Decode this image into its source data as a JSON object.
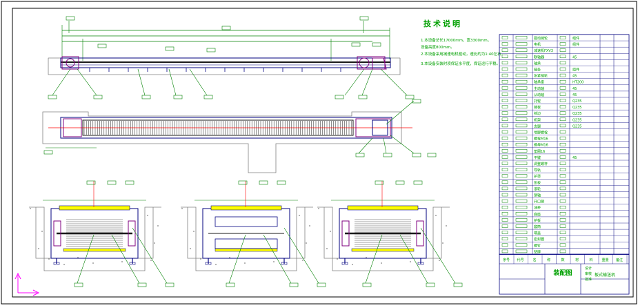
{
  "colors": {
    "background": "#ffffff",
    "frame": "#000000",
    "outline": "#00007f",
    "dimension": "#008000",
    "centerline": "#ff0000",
    "belt": "#1a1a1a",
    "highlight": "#ffff00",
    "motor": "#7f007f",
    "coordinate_axis": "#ff00ff",
    "concrete": "#808080",
    "title_text": "#00a000"
  },
  "notes": {
    "heading": "技术说明",
    "lines": [
      "1.本设备总长17000mm，宽3300mm，",
      "  设备高度800mm。",
      "2.本设备采用减速电机驱动，速比约为1:40左右。",
      "3.本设备安装时须保证水平度，保证运行平稳。"
    ]
  },
  "title_block": {
    "drawing_name": "装配图",
    "product_name": "板式输送机",
    "footer_cells": [
      "序号",
      "代号",
      "名",
      "称",
      "数",
      "材",
      "料",
      "重量",
      "备注"
    ],
    "approval_cells": [
      "设计",
      "审核",
      "批准"
    ],
    "part_names": [
      "驱动链轮",
      "电机",
      "减速机FXV3",
      "联轴器",
      "轴承",
      "链条",
      "张紧链轮",
      "轴承座",
      "主动轴",
      "从动轴",
      "托辊",
      "链板",
      "挡边",
      "机架",
      "支腿",
      "地脚螺栓",
      "螺栓M16",
      "螺母M16",
      "垫圈16",
      "平键",
      "调整螺杆",
      "导轨",
      "护罩",
      "压板",
      "滚轮",
      "销轴",
      "开口销",
      "油杯",
      "底座",
      "护板",
      "套筒",
      "端盖",
      "密封圈",
      "螺钉",
      "铭牌"
    ],
    "part_materials": [
      "组件",
      "组件",
      "",
      "45",
      "",
      "组件",
      "45",
      "HT200",
      "45",
      "45",
      "Q235",
      "Q235",
      "Q235",
      "Q235",
      "Q235",
      "",
      "",
      "",
      "",
      "45",
      "",
      "",
      "",
      "",
      "",
      "",
      "",
      "",
      "",
      "",
      "",
      "",
      "",
      "",
      ""
    ]
  }
}
